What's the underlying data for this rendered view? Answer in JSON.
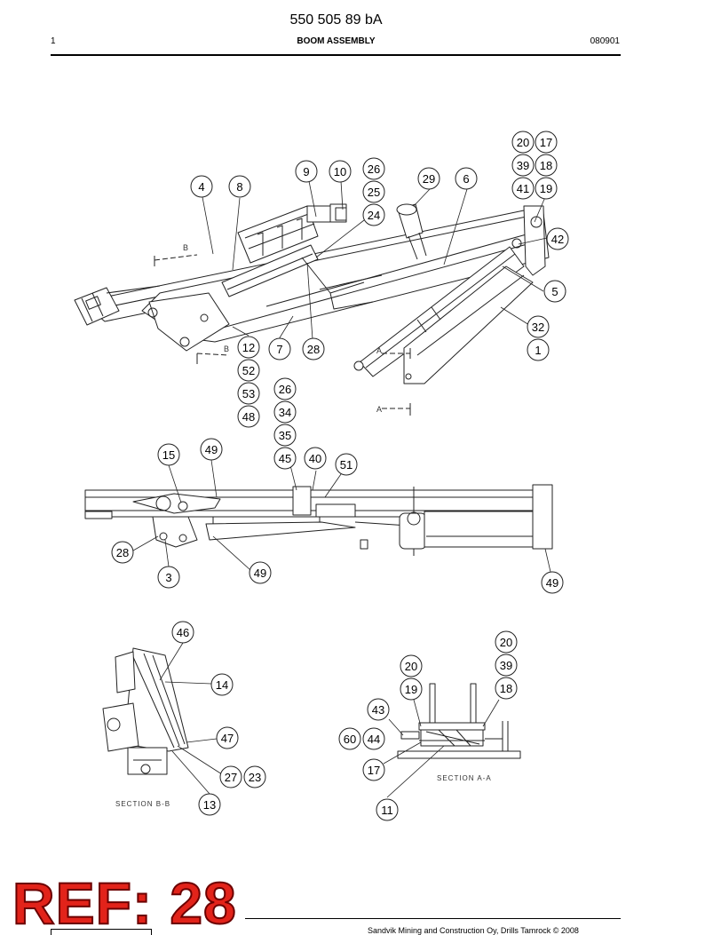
{
  "header": {
    "doc_number": "550 505 89 bA",
    "page_number": "1",
    "title": "BOOM ASSEMBLY",
    "date_code": "080901"
  },
  "sections": {
    "b_b": "SECTION B-B",
    "a_a": "SECTION A-A"
  },
  "view_markers": {
    "b_top": "B",
    "b_bottom": "B",
    "a_top": "A",
    "a_bottom": "A"
  },
  "callouts": {
    "top_view": [
      "20",
      "17",
      "39",
      "18",
      "41",
      "19",
      "9",
      "10",
      "26",
      "25",
      "24",
      "29",
      "6",
      "4",
      "8",
      "42",
      "5",
      "32",
      "1",
      "12",
      "7",
      "28",
      "52",
      "53",
      "48",
      "26",
      "34",
      "35",
      "45",
      "40",
      "51"
    ],
    "side_view": [
      "15",
      "49",
      "28",
      "3",
      "49",
      "49"
    ],
    "section_b": [
      "46",
      "14",
      "47",
      "27",
      "23",
      "13"
    ],
    "section_a": [
      "20",
      "20",
      "39",
      "19",
      "18",
      "43",
      "60",
      "44",
      "17",
      "11"
    ]
  },
  "stamp": {
    "text": "REF: 28",
    "color": "#e2231a"
  },
  "footer": {
    "text": "Sandvik Mining and Construction Oy, Drills Tamrock © 2008"
  }
}
